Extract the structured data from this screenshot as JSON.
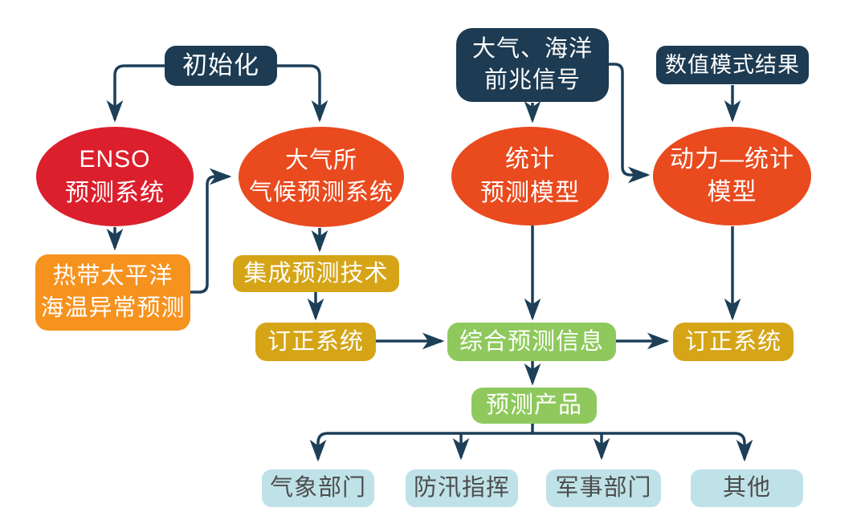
{
  "diagram": {
    "title_hint": "seasonal climate forecast system flowchart",
    "nodes": {
      "init": {
        "label": "初始化"
      },
      "precursor": {
        "line1": "大气、海洋",
        "line2": "前兆信号"
      },
      "numerical": {
        "label": "数值模式结果"
      },
      "enso": {
        "line1": "ENSO",
        "line2": "预测系统"
      },
      "cas": {
        "line1": "大气所",
        "line2": "气候预测系统"
      },
      "stat": {
        "line1": "统计",
        "line2": "预测模型"
      },
      "dyn": {
        "line1": "动力—统计",
        "line2": "模型"
      },
      "tropical": {
        "line1": "热带太平洋",
        "line2": "海温异常预测"
      },
      "ensemble": {
        "label": "集成预测技术"
      },
      "correction_left": {
        "label": "订正系统"
      },
      "correction_right": {
        "label": "订正系统"
      },
      "integrated": {
        "label": "综合预测信息"
      },
      "products": {
        "label": "预测产品"
      },
      "dept_meteo": {
        "label": "气象部门"
      },
      "dept_flood": {
        "label": "防汛指挥"
      },
      "dept_military": {
        "label": "军事部门"
      },
      "dept_other": {
        "label": "其他"
      }
    },
    "edges": [
      {
        "from": "初始化",
        "to": "ENSO预测系统"
      },
      {
        "from": "初始化",
        "to": "大气所气候预测系统"
      },
      {
        "from": "ENSO预测系统",
        "to": "热带太平洋海温异常预测"
      },
      {
        "from": "热带太平洋海温异常预测",
        "to": "大气所气候预测系统"
      },
      {
        "from": "大气所气候预测系统",
        "to": "集成预测技术"
      },
      {
        "from": "集成预测技术",
        "to": "订正系统(左)"
      },
      {
        "from": "订正系统(左)",
        "to": "综合预测信息"
      },
      {
        "from": "大气、海洋前兆信号",
        "to": "统计预测模型"
      },
      {
        "from": "大气、海洋前兆信号",
        "to": "动力—统计模型"
      },
      {
        "from": "数值模式结果",
        "to": "动力—统计模型"
      },
      {
        "from": "统计预测模型",
        "to": "综合预测信息"
      },
      {
        "from": "动力—统计模型",
        "to": "订正系统(右)"
      },
      {
        "from": "综合预测信息",
        "to": "订正系统(右)"
      },
      {
        "from": "综合预测信息",
        "to": "预测产品"
      },
      {
        "from": "预测产品",
        "to": "气象部门"
      },
      {
        "from": "预测产品",
        "to": "防汛指挥"
      },
      {
        "from": "预测产品",
        "to": "军事部门"
      },
      {
        "from": "预测产品",
        "to": "其他"
      }
    ],
    "colors": {
      "navy": "#1d3b52",
      "arrow": "#1d3f58",
      "red": "#dc1f2d",
      "orange_red": "#e94a1e",
      "orange": "#f6921e",
      "gold": "#d5a517",
      "green": "#8fc95d",
      "light_blue": "#bfe2e8",
      "text_light": "#ffffff",
      "text_dark": "#4d4d4d",
      "background": "#ffffff"
    }
  }
}
